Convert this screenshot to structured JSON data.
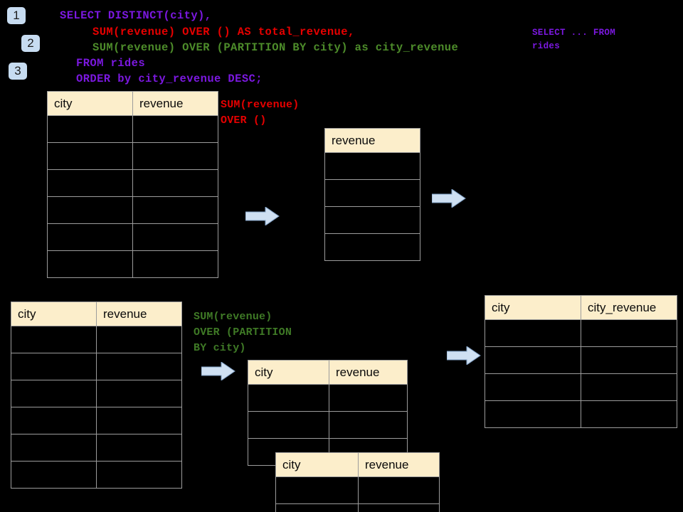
{
  "page": {
    "background": "#000000",
    "header_fill": "#fceecb",
    "border_color": "#9c9c9c",
    "badge_fill": "#c7dcf1",
    "arrow_fill": "#cfe0f2",
    "arrow_stroke": "#7f9fc4"
  },
  "steps": [
    {
      "number": "1"
    },
    {
      "number": "2"
    },
    {
      "number": "3"
    }
  ],
  "query": {
    "lines": [
      {
        "text": "SELECT DISTINCT(city),",
        "color": "#7b18e0",
        "indent": 0
      },
      {
        "text": "SUM(revenue) OVER () AS total_revenue,",
        "color": "#e60000",
        "indent": 1
      },
      {
        "text": "SUM(revenue) OVER (PARTITION BY city) as city_revenue",
        "color": "#4d8c2a",
        "indent": 1
      },
      {
        "text": "FROM rides",
        "color": "#7b18e0",
        "indent": 0
      },
      {
        "text": "ORDER by city_revenue DESC;",
        "color": "#7b18e0",
        "indent": 0
      }
    ]
  },
  "side_note": {
    "text": "SELECT ... FROM\nrides",
    "color": "#7b18e0"
  },
  "annotations": {
    "total_revenue": {
      "text": "SUM(revenue)\nOVER ()",
      "color": "#e60000"
    },
    "city_revenue": {
      "text": "SUM(revenue)\nOVER (PARTITION\nBY city)",
      "color": "#3f7a26"
    }
  },
  "tables": {
    "rides_source": {
      "headers": [
        "city",
        "revenue"
      ],
      "row_count": 6
    },
    "total_revenue_result": {
      "headers": [
        "revenue"
      ],
      "row_count": 4
    },
    "rides_source_partition": {
      "headers": [
        "city",
        "revenue"
      ],
      "row_count": 6
    },
    "partition_group_a": {
      "headers": [
        "city",
        "revenue"
      ],
      "row_count": 3
    },
    "partition_group_b": {
      "headers": [
        "city",
        "revenue"
      ],
      "row_count": 2
    },
    "final_result": {
      "headers": [
        "city",
        "city_revenue"
      ],
      "row_count": 4
    }
  },
  "arrows": [
    {
      "name": "arrow-source-to-total"
    },
    {
      "name": "arrow-total-to-final"
    },
    {
      "name": "arrow-source-to-partition"
    },
    {
      "name": "arrow-partition-to-final"
    }
  ]
}
